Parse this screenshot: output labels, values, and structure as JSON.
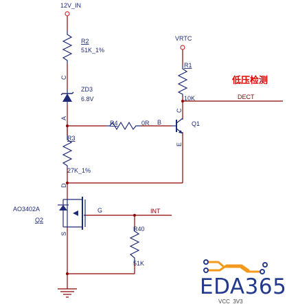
{
  "nets": {
    "supply_in": "12V_IN",
    "supply_rtc": "VRTC",
    "dect": "DECT",
    "int": "INT",
    "chinese_label": "低压检测"
  },
  "components": {
    "r2": {
      "ref": "R2",
      "value": "51K_1%"
    },
    "zd3": {
      "ref": "ZD3",
      "value": "6.8V"
    },
    "r4": {
      "ref": "R4",
      "value": "0R"
    },
    "r3": {
      "ref": "R3",
      "value": "27K_1%"
    },
    "r1": {
      "ref": "R1",
      "value": "10K"
    },
    "q1": {
      "ref": "Q1"
    },
    "q2": {
      "ref": "Q2",
      "part": "AO3402A"
    },
    "r40": {
      "ref": "R40",
      "value": "51K"
    }
  },
  "pins": {
    "c_upper": "C",
    "a": "A",
    "d_left": "D",
    "s": "S",
    "g": "G",
    "b": "B",
    "c_q1": "C",
    "e": "E"
  },
  "logo": {
    "text": "EDA365",
    "watermark": "VCC_3V3"
  },
  "colors": {
    "wire": "#8b0000",
    "component": "#1e2a78",
    "power_circle": "#d03030",
    "net_label_red": "#e00000",
    "logo_blue": "#233a8c",
    "logo_orange": "#f39a1e"
  }
}
